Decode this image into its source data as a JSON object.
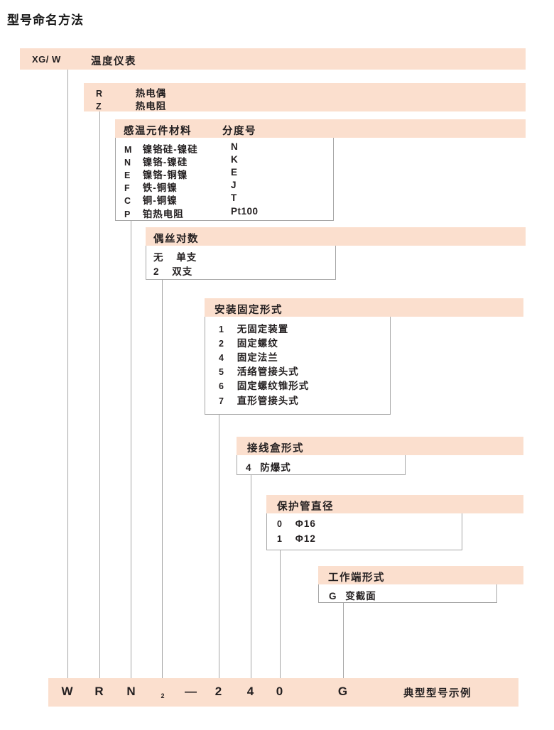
{
  "title": "型号命名方法",
  "sections": [
    {
      "id": "instrument",
      "code": "XG/ W",
      "label": "温度仪表",
      "rows": []
    },
    {
      "id": "sensor-type",
      "label": "",
      "rows": [
        {
          "code": "R",
          "name": "热电偶"
        },
        {
          "code": "Z",
          "name": "热电阻"
        }
      ]
    },
    {
      "id": "element-material",
      "label": "感温元件材料",
      "label2": "分度号",
      "rows": [
        {
          "code": "M",
          "name": "镍铬硅-镍硅",
          "grade": "N"
        },
        {
          "code": "N",
          "name": "镍铬-镍硅",
          "grade": "K"
        },
        {
          "code": "E",
          "name": "镍铬-铜镍",
          "grade": "E"
        },
        {
          "code": "F",
          "name": "铁-铜镍",
          "grade": "J"
        },
        {
          "code": "C",
          "name": "铜-铜镍",
          "grade": "T"
        },
        {
          "code": "P",
          "name": "铂热电阻",
          "grade": "Pt100"
        }
      ]
    },
    {
      "id": "wire-pairs",
      "label": "偶丝对数",
      "rows": [
        {
          "code": "无",
          "name": "单支"
        },
        {
          "code": "2",
          "name": "双支"
        }
      ]
    },
    {
      "id": "mounting",
      "label": "安装固定形式",
      "rows": [
        {
          "code": "1",
          "name": "无固定装置"
        },
        {
          "code": "2",
          "name": "固定螺纹"
        },
        {
          "code": "4",
          "name": "固定法兰"
        },
        {
          "code": "5",
          "name": "活络管接头式"
        },
        {
          "code": "6",
          "name": "固定螺纹锥形式"
        },
        {
          "code": "7",
          "name": "直形管接头式"
        }
      ]
    },
    {
      "id": "junction-box",
      "label": "接线盒形式",
      "rows": [
        {
          "code": "4",
          "name": "防爆式"
        }
      ]
    },
    {
      "id": "tube-diameter",
      "label": "保护管直径",
      "rows": [
        {
          "code": "0",
          "name": "Φ16"
        },
        {
          "code": "1",
          "name": "Φ12"
        }
      ]
    },
    {
      "id": "working-end",
      "label": "工作端形式",
      "rows": [
        {
          "code": "G",
          "name": "变截面"
        }
      ]
    }
  ],
  "example": {
    "note": "典型型号示例",
    "chars": [
      "W",
      "R",
      "N",
      "2",
      "—",
      "2",
      "4",
      "0",
      "G"
    ]
  },
  "colors": {
    "bar": "#fbdfce",
    "border": "#a6a6a6",
    "text": "#231f20"
  }
}
